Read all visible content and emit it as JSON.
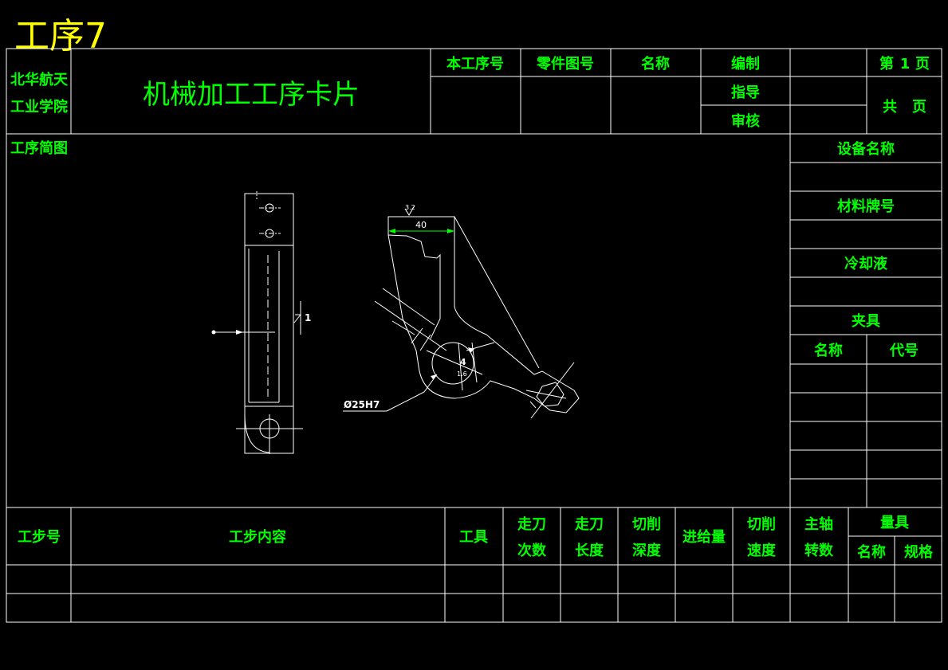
{
  "sheet_title": "工序7",
  "header": {
    "school_line1": "北华航天",
    "school_line2": "工业学院",
    "card_title": "机械加工工序卡片",
    "col_process_no": "本工序号",
    "col_part_drawing_no": "零件图号",
    "col_name": "名称",
    "label_compiled": "编制",
    "label_guidance": "指导",
    "label_review": "审核",
    "page_prefix": "第",
    "page_number": "1",
    "page_suffix": "页",
    "total_label": "共",
    "total_suffix": "页"
  },
  "sketch": {
    "label": "工序简图",
    "annot_roughness": "3.2",
    "dim_width": "40",
    "dim_bore": "Ø25H7",
    "dim_small_a": "4",
    "dim_small_b": "1.6",
    "section_mark": "1"
  },
  "right_panel": {
    "equipment_name": "设备名称",
    "material_grade": "材料牌号",
    "coolant": "冷却液",
    "fixture": "夹具",
    "fixture_name": "名称",
    "fixture_code": "代号"
  },
  "steps_table": {
    "col_step_no": "工步号",
    "col_step_content": "工步内容",
    "col_tool": "工具",
    "col_passes_1": "走刀",
    "col_passes_2": "次数",
    "col_length_1": "走刀",
    "col_length_2": "长度",
    "col_depth_1": "切削",
    "col_depth_2": "深度",
    "col_feed": "进给量",
    "col_speed_1": "切削",
    "col_speed_2": "速度",
    "col_spindle_1": "主轴",
    "col_spindle_2": "转数",
    "col_gauge": "量具",
    "col_gauge_name": "名称",
    "col_gauge_spec": "规格"
  },
  "colors": {
    "background": "#000000",
    "frame_lines": "#ffffff",
    "table_text": "#00ff00",
    "sheet_title": "#ffff00",
    "drawing_lines": "#ffffff"
  }
}
